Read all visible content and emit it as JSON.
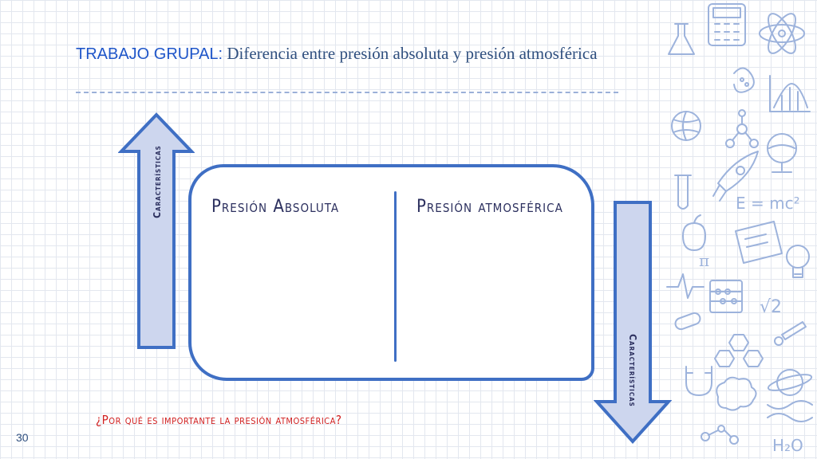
{
  "slide": {
    "title_lead": "TRABAJO GRUPAL:",
    "title_rest": " Diferencia entre presión absoluta y presión atmosférica",
    "up_arrow_label": "Características",
    "down_arrow_label": "Características",
    "table": {
      "col_left": "Presión Absoluta",
      "col_right": "Presión atmosférica"
    },
    "question": "¿Por qué es importante la presión atmosférica?",
    "page_number": "30",
    "formula_emc2": "E = mc²",
    "formula_pi": "π",
    "formula_sqrt2": "√2",
    "formula_h2o": "H₂O"
  },
  "colors": {
    "title_blue": "#1f56c9",
    "card_border": "#3f6fc4",
    "arrow_fill": "#cdd6ee",
    "question_red": "#d11f1f",
    "deco_blue": "#9db3dc"
  }
}
